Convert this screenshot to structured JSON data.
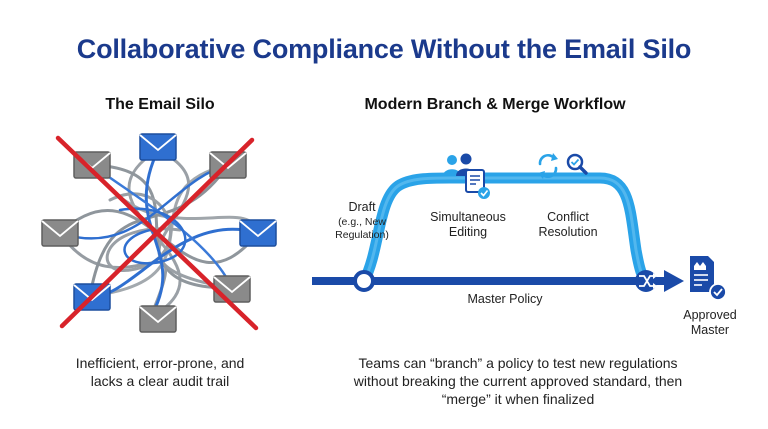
{
  "title": "Collaborative Compliance Without the Email Silo",
  "left_panel": {
    "heading": "The Email Silo",
    "caption_line1": "Inefficient, error-prone, and",
    "caption_line2": "lacks a clear audit trail"
  },
  "right_panel": {
    "heading": "Modern Branch & Merge Workflow",
    "draft_label": "Draft",
    "draft_sublabel_line1": "(e.g., New",
    "draft_sublabel_line2": "Regulation)",
    "editing_label_line1": "Simultaneous",
    "editing_label_line2": "Editing",
    "conflict_label_line1": "Conflict",
    "conflict_label_line2": "Resolution",
    "master_label": "Master Policy",
    "approved_label_line1": "Approved",
    "approved_label_line2": "Master",
    "caption_line1": "Teams can “branch” a policy to test new regulations",
    "caption_line2": "without breaking the current approved standard, then",
    "caption_line3": "“merge” it when finalized"
  },
  "icons": [
    "envelope-icon",
    "users-icon",
    "document-check-icon",
    "sync-icon",
    "search-icon",
    "merge-icon",
    "approved-document-icon"
  ],
  "colors": {
    "title": "#1b3a8c",
    "master_line": "#1a4aa8",
    "branch_line": "#2aa3e8",
    "cross": "#d8232a",
    "envelope_blue": "#2f6fd0",
    "envelope_gray": "#7d7d7d"
  }
}
